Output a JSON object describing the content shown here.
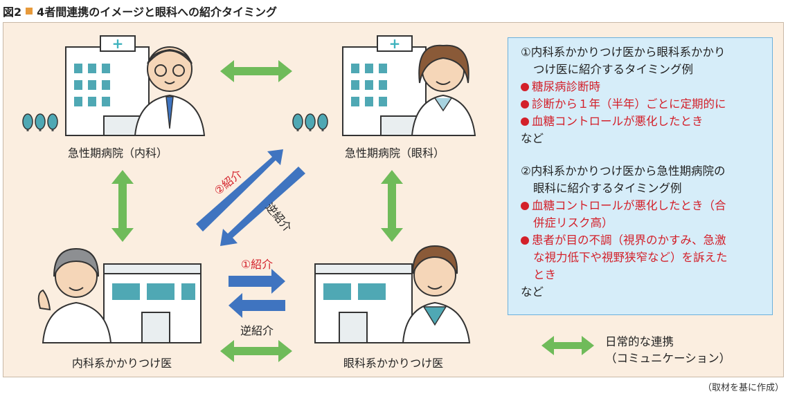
{
  "figure": {
    "title": "図2",
    "title_text": "4者間連携のイメージと眼科への紹介タイミング",
    "accent_color": "#e79a3b",
    "source": "（取材を基に作成）"
  },
  "nodes": {
    "acute_internal": "急性期病院（内科）",
    "acute_ophtha": "急性期病院（眼科）",
    "gp_internal": "内科系かかりつけ医",
    "gp_ophtha": "眼科系かかりつけ医"
  },
  "arrows": {
    "referral_2": "②紹介",
    "reverse_diag": "逆紹介",
    "referral_1": "①紹介",
    "reverse_horiz": "逆紹介",
    "blue_color": "#3f74c0",
    "green_color": "#6fbb5a"
  },
  "info": {
    "section1_heading_a": "①内科系かかりつけ医から眼科系かかり",
    "section1_heading_b": "つけ医に紹介するタイミング例",
    "section1_items": [
      "糖尿病診断時",
      "診断から１年（半年）ごとに定期的に",
      "血糖コントロールが悪化したとき"
    ],
    "section1_etc": "など",
    "section2_heading_a": "②内科系かかりつけ医から急性期病院の",
    "section2_heading_b": "眼科に紹介するタイミング例",
    "section2_item1_a": "血糖コントロールが悪化したとき（合",
    "section2_item1_b": "併症リスク高）",
    "section2_item2_a": "患者が目の不調（視界のかすみ、急激",
    "section2_item2_b": "な視力低下や視野狭窄など）を訴えた",
    "section2_item2_c": "とき",
    "section2_etc": "など"
  },
  "legend": {
    "line1": "日常的な連携",
    "line2": "（コミュニケーション）"
  }
}
